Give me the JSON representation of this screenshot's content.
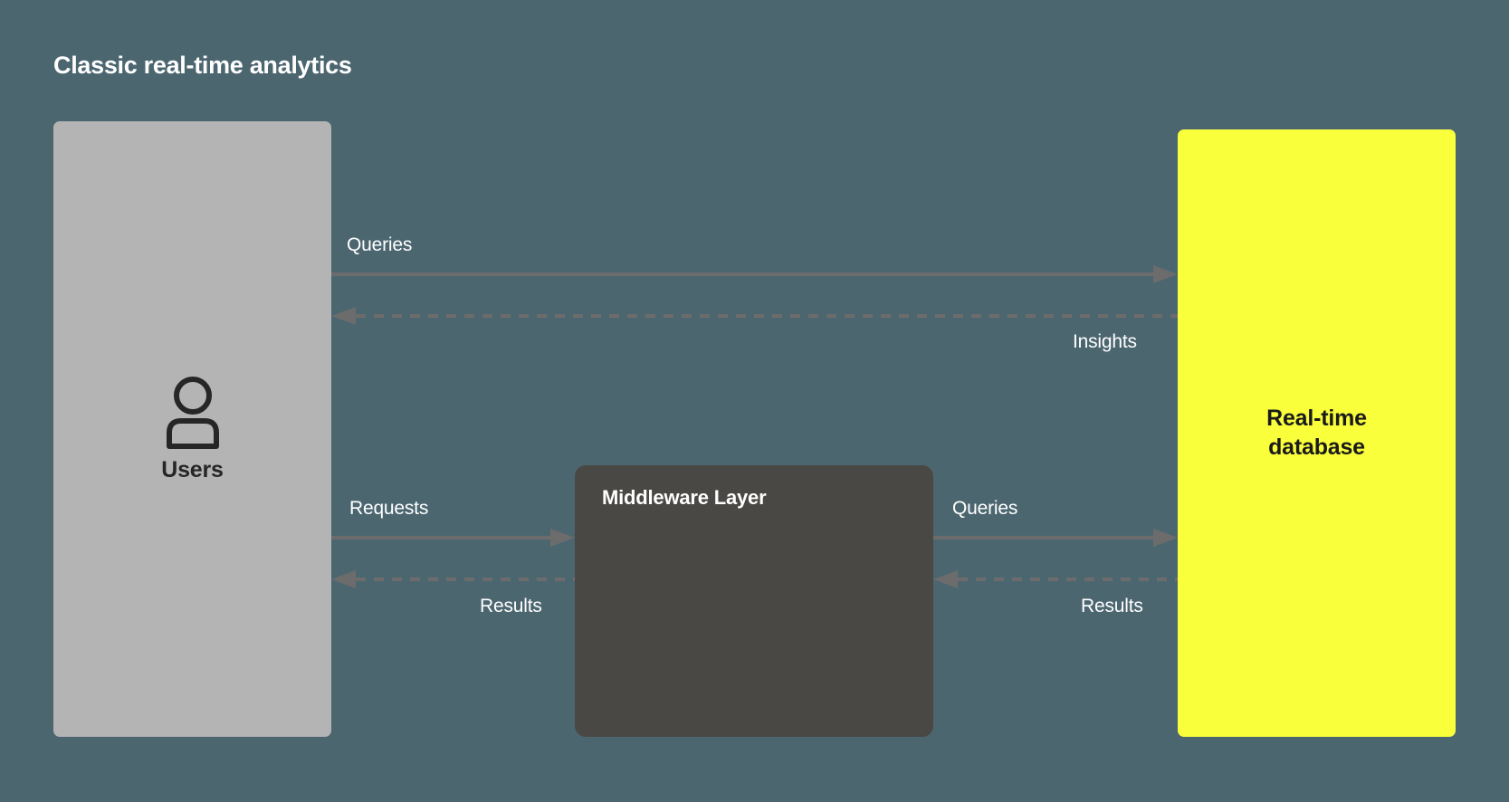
{
  "diagram": {
    "title": "Classic real-time analytics",
    "background_color": "#4c6670",
    "type": "flow-diagram",
    "nodes": [
      {
        "id": "users",
        "label": "Users",
        "icon": "user-icon",
        "fill": "#b4b4b4",
        "text_color": "#262626"
      },
      {
        "id": "middleware",
        "label": "Middleware Layer",
        "fill": "#4a4844",
        "text_color": "#ffffff"
      },
      {
        "id": "database",
        "label_line1": "Real-time",
        "label_line2": "database",
        "fill": "#faff3c",
        "text_color": "#1a1a1a"
      }
    ],
    "edges": [
      {
        "id": "users-to-db-queries",
        "label": "Queries",
        "from": "users",
        "to": "database",
        "style": "solid",
        "direction": "right",
        "color": "#6c6c6c"
      },
      {
        "id": "db-to-users-insights",
        "label": "Insights",
        "from": "database",
        "to": "users",
        "style": "dashed",
        "direction": "left",
        "color": "#6c6c6c"
      },
      {
        "id": "users-to-middleware-requests",
        "label": "Requests",
        "from": "users",
        "to": "middleware",
        "style": "solid",
        "direction": "right",
        "color": "#6c6c6c"
      },
      {
        "id": "middleware-to-users-results",
        "label": "Results",
        "from": "middleware",
        "to": "users",
        "style": "dashed",
        "direction": "left",
        "color": "#6c6c6c"
      },
      {
        "id": "middleware-to-db-queries",
        "label": "Queries",
        "from": "middleware",
        "to": "database",
        "style": "solid",
        "direction": "right",
        "color": "#6c6c6c"
      },
      {
        "id": "db-to-middleware-results",
        "label": "Results",
        "from": "database",
        "to": "middleware",
        "style": "dashed",
        "direction": "left",
        "color": "#6c6c6c"
      }
    ]
  }
}
